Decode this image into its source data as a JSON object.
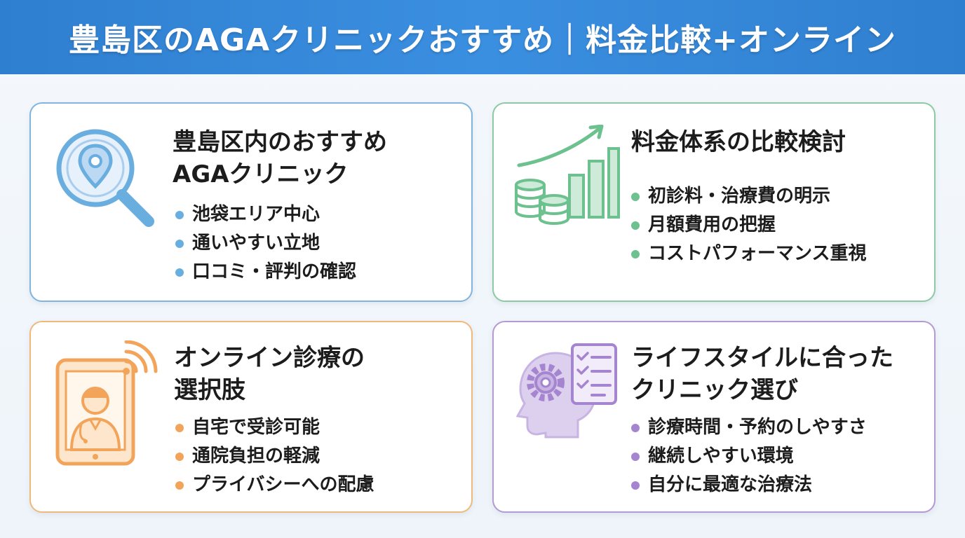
{
  "header": {
    "title": "豊島区のAGAクリニックおすすめ｜料金比較+オンライン"
  },
  "cards": [
    {
      "title": "豊島区内のおすすめ\nAGAクリニック",
      "icon": "magnifier-location-icon",
      "accent": "#6aaee0",
      "items": [
        "池袋エリア中心",
        "通いやすい立地",
        "口コミ・評判の確認"
      ]
    },
    {
      "title": "料金体系の比較検討",
      "icon": "coins-growth-chart-icon",
      "accent": "#6cc18e",
      "items": [
        "初診料・治療費の明示",
        "月額費用の把握",
        "コストパフォーマンス重視"
      ]
    },
    {
      "title": "オンライン診療の\n選択肢",
      "icon": "tablet-doctor-icon",
      "accent": "#f2a45a",
      "items": [
        "自宅で受診可能",
        "通院負担の軽減",
        "プライバシーへの配慮"
      ]
    },
    {
      "title": "ライフスタイルに合った\nクリニック選び",
      "icon": "head-gear-checklist-icon",
      "accent": "#a585cf",
      "items": [
        "診療時間・予約のしやすさ",
        "継続しやすい環境",
        "自分に最適な治療法"
      ]
    }
  ]
}
